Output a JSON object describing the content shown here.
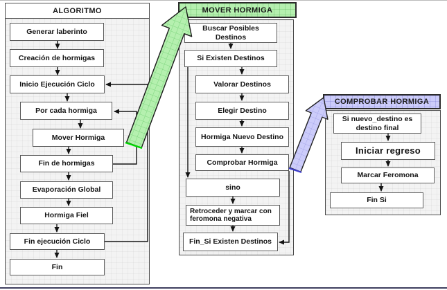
{
  "panels": {
    "algoritmo": {
      "title": "ALGORITMO",
      "steps": [
        "Generar laberinto",
        "Creación de hormigas",
        "Inicio Ejecución Ciclo",
        "Por cada hormiga",
        "Mover Hormiga",
        "Fin de hormigas",
        "Evaporación Global",
        "Hormiga Fiel",
        "Fin ejecución Ciclo",
        "Fin"
      ]
    },
    "mover": {
      "title": "MOVER HORMIGA",
      "steps": [
        "Buscar Posibles Destinos",
        "Si Existen Destinos",
        "Valorar Destinos",
        "Elegir Destino",
        "Hormiga Nuevo Destino",
        "Comprobar Hormiga",
        "sino",
        "Retroceder y marcar con feromona negativa",
        "Fin_Si Existen Destinos"
      ]
    },
    "comprobar": {
      "title": "COMPROBAR HORMIGA",
      "steps": [
        "Si nuevo_destino es destino final",
        "Iniciar regreso",
        "Marcar Feromona",
        "Fin Si"
      ]
    }
  },
  "colors": {
    "highlight_green": "#b5f0af",
    "highlight_purple": "#ccccfa",
    "panel_bg": "#f3f3f3",
    "box_border": "#5a5a5a",
    "connector": "#141414",
    "ribbon_green_accent": "#00d800",
    "ribbon_purple_accent": "#3b3bd0",
    "window_bottom_edge": "#3d3d5e"
  }
}
